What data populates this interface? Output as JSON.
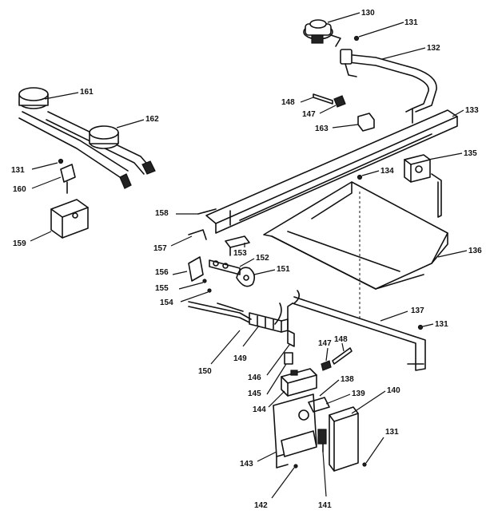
{
  "callouts": {
    "c130": "130",
    "c131a": "131",
    "c132": "132",
    "c133": "133",
    "c134": "134",
    "c135": "135",
    "c136": "136",
    "c137": "137",
    "c131b": "131",
    "c138": "138",
    "c139": "139",
    "c140": "140",
    "c131c": "131",
    "c141": "141",
    "c142": "142",
    "c143": "143",
    "c144": "144",
    "c145": "145",
    "c146": "146",
    "c147a": "147",
    "c148a": "148",
    "c149": "149",
    "c150": "150",
    "c151": "151",
    "c152": "152",
    "c153": "153",
    "c154": "154",
    "c155": "155",
    "c156": "156",
    "c157": "157",
    "c158": "158",
    "c159": "159",
    "c160": "160",
    "c131d": "131",
    "c161": "161",
    "c162": "162",
    "c148b": "148",
    "c147b": "147",
    "c163": "163"
  }
}
